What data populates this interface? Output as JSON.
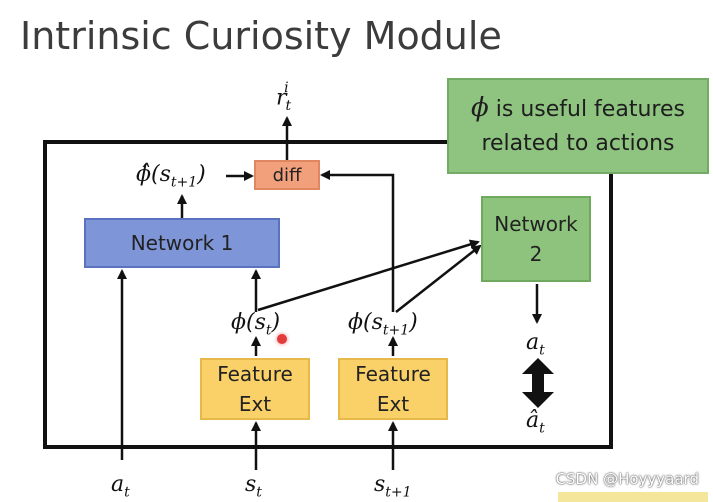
{
  "title": "Intrinsic Curiosity Module",
  "boxes": {
    "network1": "Network 1",
    "network2_line1": "Network",
    "network2_line2": "2",
    "diff": "diff",
    "feature_ext_1_line1": "Feature",
    "feature_ext_1_line2": "Ext",
    "feature_ext_2_line1": "Feature",
    "feature_ext_2_line2": "Ext"
  },
  "note": {
    "symbol": "ϕ",
    "line1_rest": " is useful features",
    "line2": "related to actions"
  },
  "math": {
    "reward": "r",
    "reward_sub": "t",
    "reward_sup": "i",
    "phi_hat_next": "ϕ̂(s",
    "phi_hat_next_sub": "t+1",
    "phi_st": "ϕ(s",
    "phi_st_sub": "t",
    "phi_st1": "ϕ(s",
    "phi_st1_sub": "t+1",
    "a_t_out": "a",
    "a_t_out_sub": "t",
    "a_hat_t": "â",
    "a_hat_t_sub": "t",
    "a_t_in": "a",
    "a_t_in_sub": "t",
    "s_t_in": "s",
    "s_t_in_sub": "t",
    "s_t1_in": "s",
    "s_t1_in_sub": "t+1",
    "close_paren": ")"
  },
  "watermark": "CSDN @Hoyyyaard",
  "colors": {
    "network1": "#7e95d8",
    "network2": "#8dc37d",
    "diff": "#f2a07c",
    "feature_ext": "#fad068",
    "note": "#8fc380"
  }
}
